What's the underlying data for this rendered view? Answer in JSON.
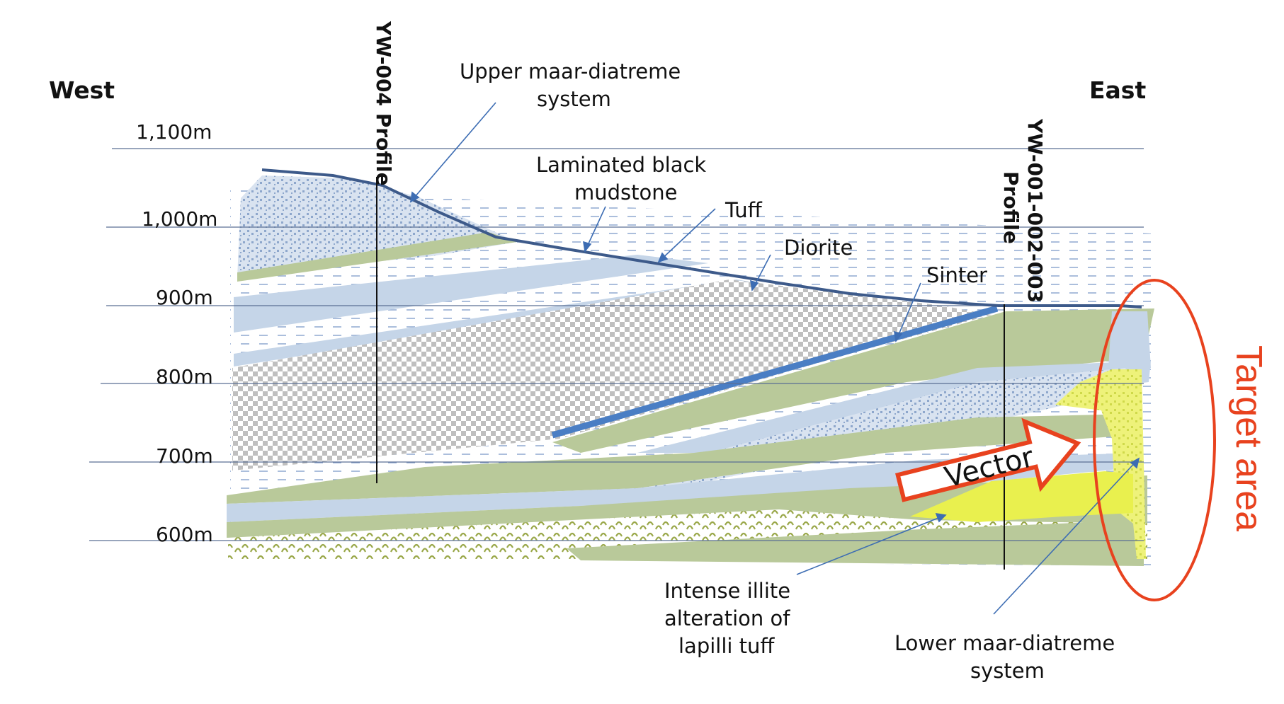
{
  "directions": {
    "west": "West",
    "east": "East"
  },
  "elevations": [
    "1,100m",
    "1,000m",
    "900m",
    "800m",
    "700m",
    "600m"
  ],
  "profiles": {
    "yw004": "YW-004 Profile",
    "yw001_line1": "YW-001-002-003",
    "yw001_line2": "Profile"
  },
  "units": {
    "upper_maar_1": "Upper maar-diatreme",
    "upper_maar_2": "system",
    "mudstone_1": "Laminated black",
    "mudstone_2": "mudstone",
    "tuff": "Tuff",
    "diorite": "Diorite",
    "sinter": "Sinter",
    "illite_1": "Intense illite",
    "illite_2": "alteration of",
    "illite_3": "lapilli tuff",
    "lower_maar_1": "Lower maar-diatreme",
    "lower_maar_2": "system"
  },
  "vector": "Vector",
  "target_area": "Target area",
  "colors": {
    "grid": "#5a6f93",
    "topography": "#3d5a8a",
    "tuff_fill": "#c5d5e8",
    "green_fill": "#b9c99a",
    "yellow_fill": "#e9f04e",
    "sinter": "#4a7ec4",
    "arrow_outline": "#e8421e",
    "target": "#e8421e"
  }
}
